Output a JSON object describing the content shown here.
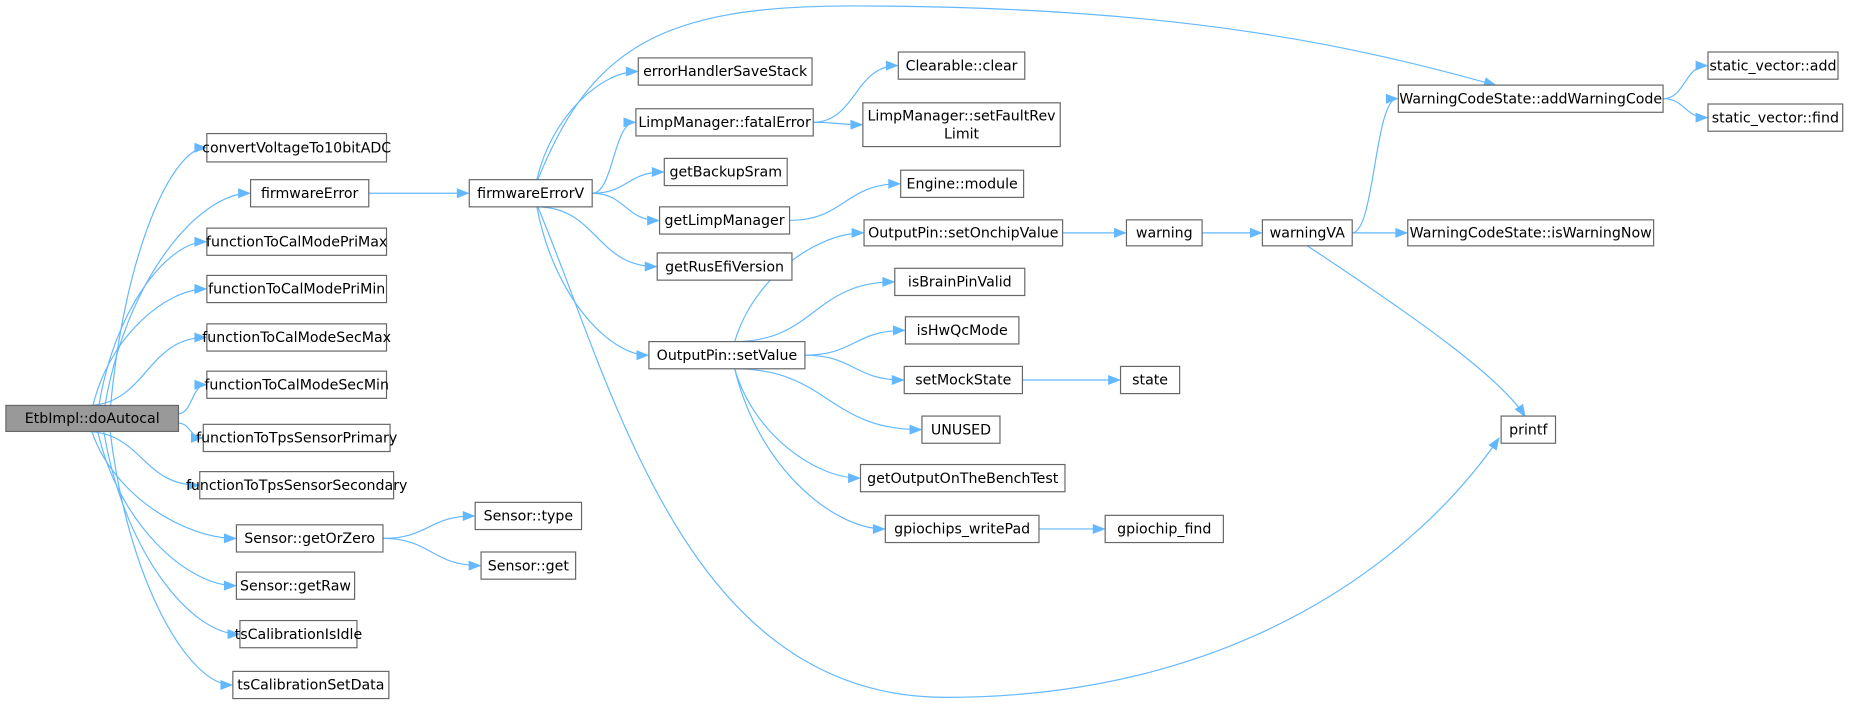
{
  "graph": {
    "title": "EtbImpl::doAutocal call graph",
    "edge_color": "#63b8ff",
    "root": "doAutocal",
    "nodes": [
      {
        "id": "doAutocal",
        "label": "EtbImpl::doAutocal"
      },
      {
        "id": "convertVoltage",
        "label": "convertVoltageTo10bitADC"
      },
      {
        "id": "firmwareError",
        "label": "firmwareError"
      },
      {
        "id": "priMax",
        "label": "functionToCalModePriMax"
      },
      {
        "id": "priMin",
        "label": "functionToCalModePriMin"
      },
      {
        "id": "secMax",
        "label": "functionToCalModeSecMax"
      },
      {
        "id": "secMin",
        "label": "functionToCalModeSecMin"
      },
      {
        "id": "tpsPrimary",
        "label": "functionToTpsSensorPrimary"
      },
      {
        "id": "tpsSecondary",
        "label": "functionToTpsSensorSecondary"
      },
      {
        "id": "getOrZero",
        "label": "Sensor::getOrZero"
      },
      {
        "id": "getRaw",
        "label": "Sensor::getRaw"
      },
      {
        "id": "tsIdle",
        "label": "tsCalibrationIsIdle"
      },
      {
        "id": "tsSetData",
        "label": "tsCalibrationSetData"
      },
      {
        "id": "sensorType",
        "label": "Sensor::type"
      },
      {
        "id": "sensorGet",
        "label": "Sensor::get"
      },
      {
        "id": "firmwareErrorV",
        "label": "firmwareErrorV"
      },
      {
        "id": "saveStack",
        "label": "errorHandlerSaveStack"
      },
      {
        "id": "fatalError",
        "label": "LimpManager::fatalError"
      },
      {
        "id": "backupSram",
        "label": "getBackupSram"
      },
      {
        "id": "getLimp",
        "label": "getLimpManager"
      },
      {
        "id": "rusEfiVer",
        "label": "getRusEfiVersion"
      },
      {
        "id": "setValue",
        "label": "OutputPin::setValue"
      },
      {
        "id": "clear",
        "label": "Clearable::clear"
      },
      {
        "id": "faultRev",
        "label": "LimpManager::setFaultRev",
        "label2": "Limit"
      },
      {
        "id": "engineModule",
        "label": "Engine::module"
      },
      {
        "id": "onchip",
        "label": "OutputPin::setOnchipValue"
      },
      {
        "id": "brainPin",
        "label": "isBrainPinValid"
      },
      {
        "id": "hwQc",
        "label": "isHwQcMode"
      },
      {
        "id": "mockState",
        "label": "setMockState"
      },
      {
        "id": "unused",
        "label": "UNUSED"
      },
      {
        "id": "bench",
        "label": "getOutputOnTheBenchTest"
      },
      {
        "id": "writePad",
        "label": "gpiochips_writePad"
      },
      {
        "id": "chipFind",
        "label": "gpiochip_find"
      },
      {
        "id": "state",
        "label": "state"
      },
      {
        "id": "warning",
        "label": "warning"
      },
      {
        "id": "warningVA",
        "label": "warningVA"
      },
      {
        "id": "addWarn",
        "label": "WarningCodeState::addWarningCode"
      },
      {
        "id": "isWarnNow",
        "label": "WarningCodeState::isWarningNow"
      },
      {
        "id": "printf",
        "label": "printf"
      },
      {
        "id": "svAdd",
        "label": "static_vector::add"
      },
      {
        "id": "svFind",
        "label": "static_vector::find"
      }
    ],
    "edges": [
      [
        "doAutocal",
        "convertVoltage"
      ],
      [
        "doAutocal",
        "firmwareError"
      ],
      [
        "doAutocal",
        "priMax"
      ],
      [
        "doAutocal",
        "priMin"
      ],
      [
        "doAutocal",
        "secMax"
      ],
      [
        "doAutocal",
        "secMin"
      ],
      [
        "doAutocal",
        "tpsPrimary"
      ],
      [
        "doAutocal",
        "tpsSecondary"
      ],
      [
        "doAutocal",
        "getOrZero"
      ],
      [
        "doAutocal",
        "getRaw"
      ],
      [
        "doAutocal",
        "tsIdle"
      ],
      [
        "doAutocal",
        "tsSetData"
      ],
      [
        "firmwareError",
        "firmwareErrorV"
      ],
      [
        "getOrZero",
        "sensorType"
      ],
      [
        "getOrZero",
        "sensorGet"
      ],
      [
        "firmwareErrorV",
        "saveStack"
      ],
      [
        "firmwareErrorV",
        "fatalError"
      ],
      [
        "firmwareErrorV",
        "backupSram"
      ],
      [
        "firmwareErrorV",
        "getLimp"
      ],
      [
        "firmwareErrorV",
        "rusEfiVer"
      ],
      [
        "firmwareErrorV",
        "setValue"
      ],
      [
        "firmwareErrorV",
        "addWarn"
      ],
      [
        "firmwareErrorV",
        "printf"
      ],
      [
        "fatalError",
        "clear"
      ],
      [
        "fatalError",
        "faultRev"
      ],
      [
        "getLimp",
        "engineModule"
      ],
      [
        "setValue",
        "onchip"
      ],
      [
        "setValue",
        "brainPin"
      ],
      [
        "setValue",
        "hwQc"
      ],
      [
        "setValue",
        "mockState"
      ],
      [
        "setValue",
        "unused"
      ],
      [
        "setValue",
        "bench"
      ],
      [
        "setValue",
        "writePad"
      ],
      [
        "writePad",
        "chipFind"
      ],
      [
        "mockState",
        "state"
      ],
      [
        "onchip",
        "warning"
      ],
      [
        "warning",
        "warningVA"
      ],
      [
        "warningVA",
        "addWarn"
      ],
      [
        "warningVA",
        "isWarnNow"
      ],
      [
        "warningVA",
        "printf"
      ],
      [
        "addWarn",
        "svAdd"
      ],
      [
        "addWarn",
        "svFind"
      ]
    ]
  }
}
